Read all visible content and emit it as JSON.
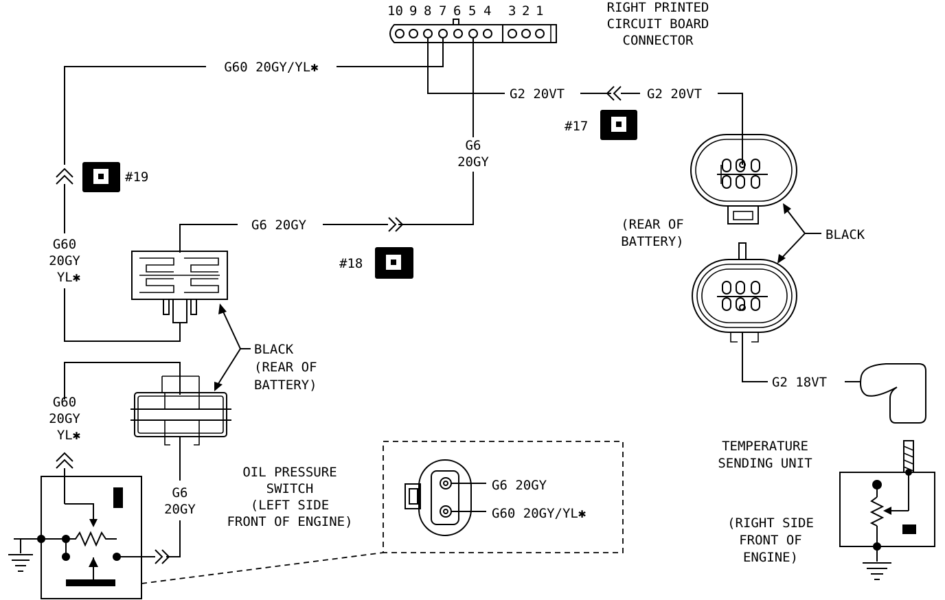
{
  "header": {
    "pcb_connector": [
      "RIGHT PRINTED",
      "CIRCUIT BOARD",
      "CONNECTOR"
    ],
    "pin_numbers": [
      "10",
      "9",
      "8",
      "7",
      "6",
      "5",
      "4",
      "3",
      "2",
      "1"
    ]
  },
  "wires": {
    "g60_top": "G60 20GY/YL✱",
    "g2_left": "G2 20VT",
    "g2_right": "G2 20VT",
    "g6_vertical": [
      "G6",
      "20GY"
    ],
    "g6_mid": "G6 20GY",
    "g60_left_upper": [
      "G60",
      "20GY",
      "YL✱"
    ],
    "g60_left_lower": [
      "G60",
      "20GY",
      "YL✱"
    ],
    "g6_lower": [
      "G6",
      "20GY"
    ],
    "g2_18vt": "G2 18VT",
    "inset_g6": "G6 20GY",
    "inset_g60": "G60 20GY/YL✱"
  },
  "connectors": {
    "c17": "#17",
    "c18": "#18",
    "c19": "#19",
    "black_left": [
      "BLACK",
      "(REAR OF",
      "BATTERY)"
    ],
    "black_right": "BLACK",
    "rear_of_battery": [
      "(REAR OF",
      "BATTERY)"
    ]
  },
  "components": {
    "oil_pressure_switch": [
      "OIL PRESSURE",
      "SWITCH",
      "(LEFT SIDE",
      "FRONT OF ENGINE)"
    ],
    "temp_sending_unit": [
      "TEMPERATURE",
      "SENDING UNIT"
    ],
    "right_side": [
      "(RIGHT SIDE",
      "FRONT OF",
      "ENGINE)"
    ]
  }
}
